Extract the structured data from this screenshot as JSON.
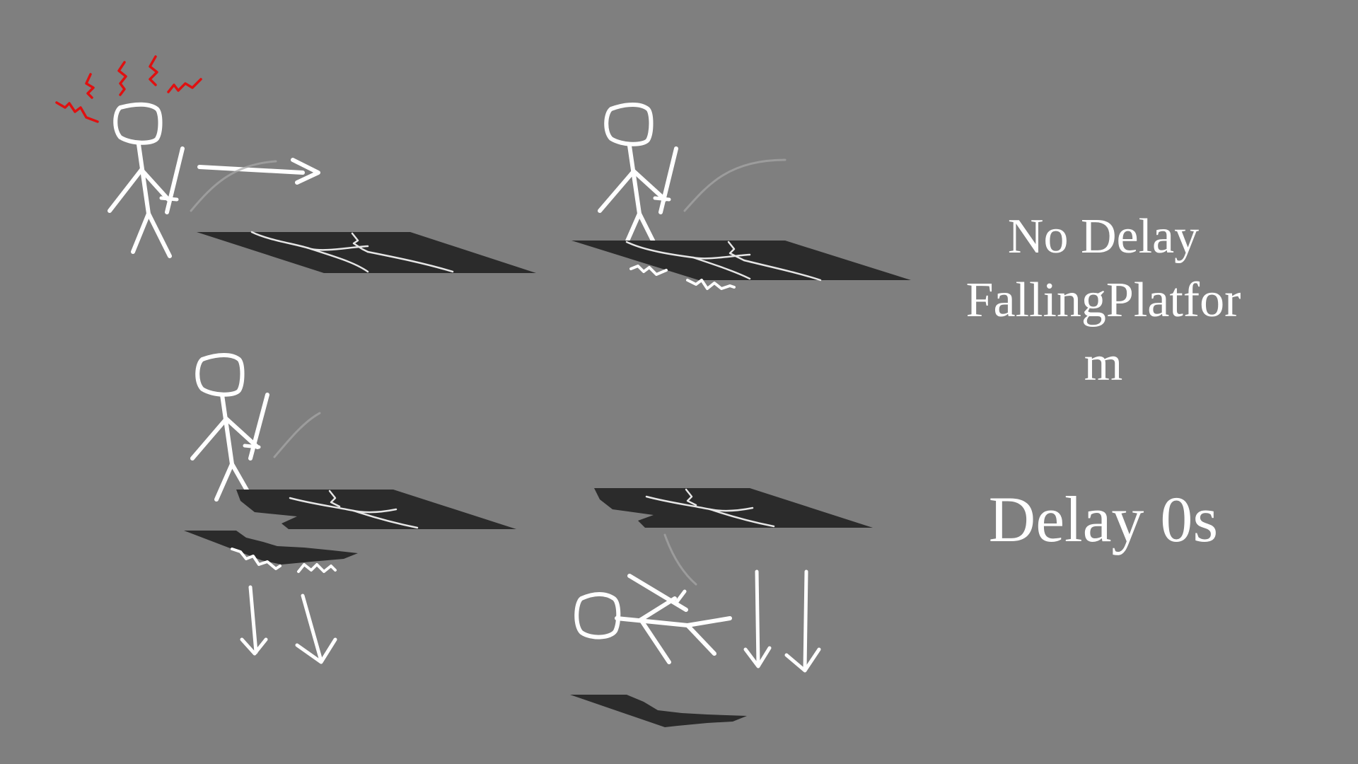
{
  "title": {
    "lines": [
      "No Delay",
      "FallingPlatfor",
      "m"
    ]
  },
  "delay_label": "Delay 0s",
  "colors": {
    "background": "#7f7f7f",
    "platform": "#2b2b2b",
    "ink": "#ffffff",
    "alarm": "#e01010"
  },
  "panels": [
    {
      "id": "panel-1",
      "description_icon": "stickman-alarmed-dashing"
    },
    {
      "id": "panel-2",
      "description_icon": "stickman-landing-platform-shaking"
    },
    {
      "id": "panel-3",
      "description_icon": "platform-breaking-falling"
    },
    {
      "id": "panel-4",
      "description_icon": "stickman-falling"
    }
  ]
}
